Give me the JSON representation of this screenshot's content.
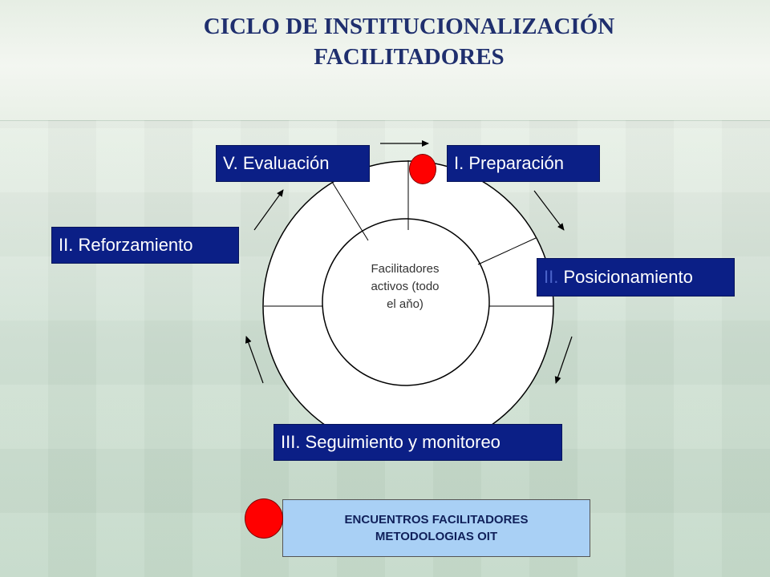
{
  "title": {
    "line1": "CICLO DE INSTITUCIONALIZACIÓN",
    "line2": "FACILITADORES"
  },
  "center": {
    "line1": "Facilitadores",
    "line2": "activos (todo",
    "line3": "el aňo)"
  },
  "phases": {
    "evaluacion": "V. Evaluación",
    "preparacion": "I. Preparación",
    "reforzamiento": "II. Reforzamiento",
    "posicionamiento_prefix": "II.",
    "posicionamiento_main": " Posicionamiento",
    "seguimiento": "III. Seguimiento y monitoreo"
  },
  "legend": {
    "line1": "ENCUENTROS FACILITADORES",
    "line2": "METODOLOGIAS OIT"
  },
  "colors": {
    "phase_box": "#0b1f86",
    "legend_box": "#a9d0f5",
    "marker": "#ff0000",
    "title": "#1f2f6e"
  },
  "icons": [
    "red-dot-marker",
    "arrow"
  ]
}
